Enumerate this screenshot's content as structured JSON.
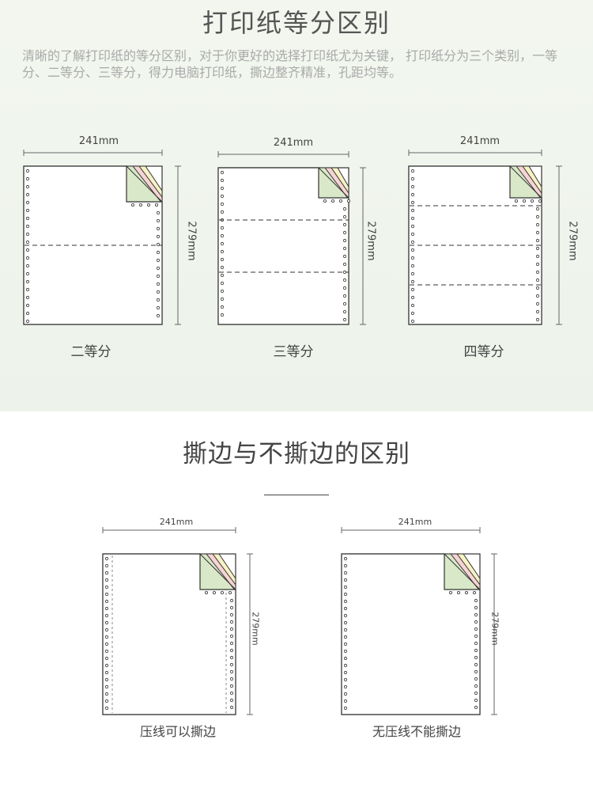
{
  "title": "打印纸等分区别",
  "intro": "清晰的了解打印纸的等分区别，对于你更好的选择打印纸尤为关键， 打印纸分为三个类别，一等分、二等分、三等分，得力电脑打印纸，撕边整齐精准，孔距均等。",
  "divisions": [
    {
      "width_label": "241mm",
      "height_label": "279mm",
      "caption": "二等分",
      "parts": 2
    },
    {
      "width_label": "241mm",
      "height_label": "279mm",
      "caption": "三等分",
      "parts": 3
    },
    {
      "width_label": "241mm",
      "height_label": "279mm",
      "caption": "四等分",
      "parts": 4
    }
  ],
  "section2_title": "撕边与不撕边的区别",
  "tear": [
    {
      "width_label": "241mm",
      "height_label": "279mm",
      "caption": "压线可以撕边",
      "perforated": true
    },
    {
      "width_label": "241mm",
      "height_label": "279mm",
      "caption": "无压线不能撕边",
      "perforated": false
    }
  ],
  "colors": {
    "ply_yellow": "#f6f2c4",
    "ply_pink": "#f6d3d4",
    "ply_green": "#d9e8c8"
  }
}
